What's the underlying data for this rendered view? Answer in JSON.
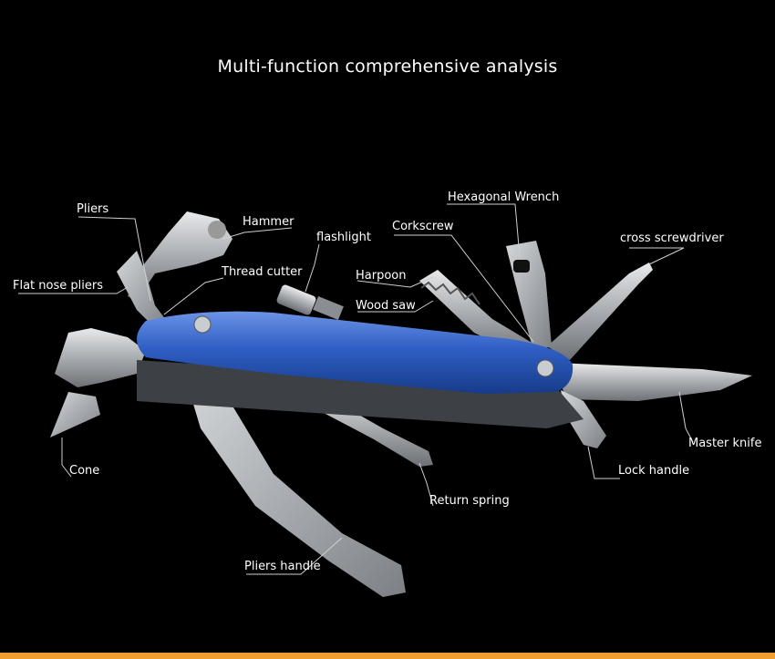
{
  "title": "Multi-function comprehensive analysis",
  "labels": {
    "pliers": "Pliers",
    "hammer": "Hammer",
    "flashlight": "flashlight",
    "hexagonal_wrench": "Hexagonal Wrench",
    "corkscrew": "Corkscrew",
    "cross_screwdriver": "cross screwdriver",
    "harpoon": "Harpoon",
    "wood_saw": "Wood saw",
    "flat_nose_pliers": "Flat nose pliers",
    "thread_cutter": "Thread cutter",
    "master_knife": "Master knife",
    "lock_handle": "Lock handle",
    "cone": "Cone",
    "return_spring": "Return spring",
    "pliers_handle": "Pliers handle"
  },
  "colors": {
    "background": "#000000",
    "handle_blue": "#2f5fc4",
    "steel": "#b9bcc0",
    "accent_bar": "#f0a030"
  }
}
